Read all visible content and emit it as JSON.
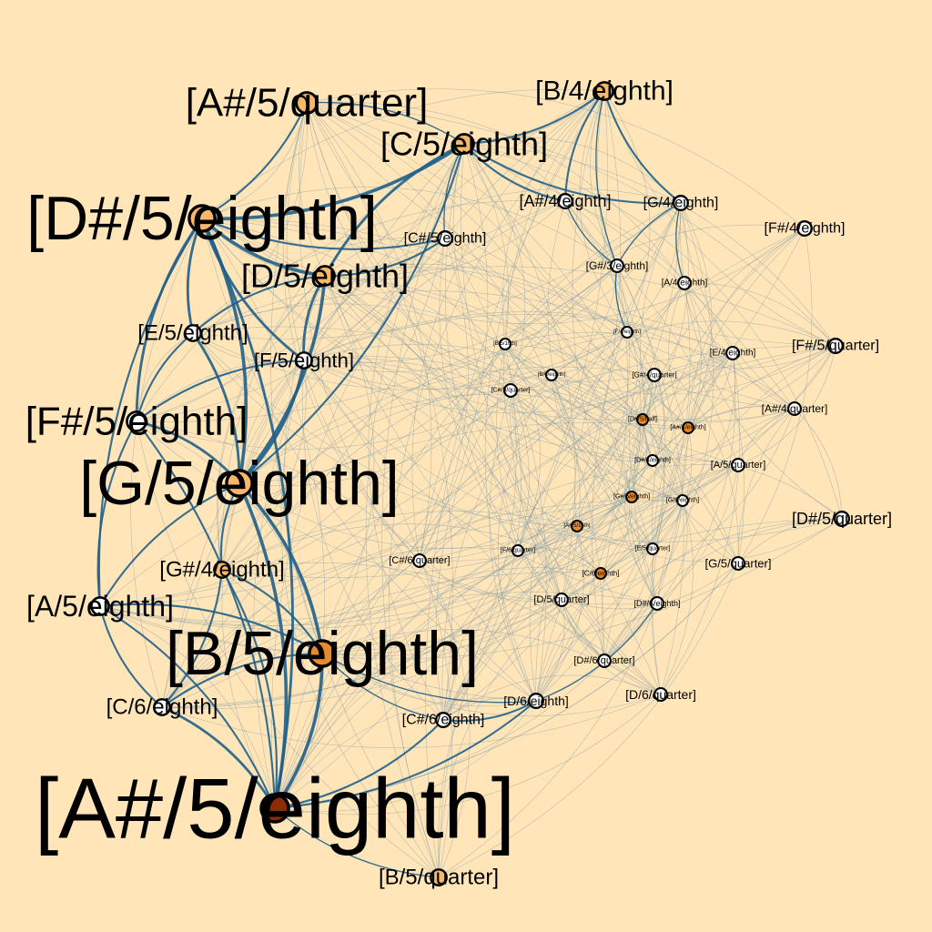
{
  "colors": {
    "background": "#FFE5B8",
    "edge_light": "#7F9BA8",
    "edge_heavy": "#1F5F8B",
    "node_stroke": "#000000",
    "node_fill_white": "#FFFFFF",
    "node_fill_light": "#F7B668",
    "node_fill_orange": "#E58A2E",
    "node_fill_dark": "#8B2C04"
  },
  "nodes": [
    {
      "id": "Ash5e",
      "label": "[A#/5/eighth]",
      "fill": "dark",
      "weight": 10
    },
    {
      "id": "B5e",
      "label": "[B/5/eighth]",
      "fill": "orange",
      "weight": 9
    },
    {
      "id": "G5e",
      "label": "[G/5/eighth]",
      "fill": "light",
      "weight": 9
    },
    {
      "id": "Dsh5e",
      "label": "[D#/5/eighth]",
      "fill": "light",
      "weight": 9
    },
    {
      "id": "Ash5q",
      "label": "[A#/5/quarter]",
      "fill": "light",
      "weight": 6
    },
    {
      "id": "C5e",
      "label": "[C/5/eighth]",
      "fill": "light",
      "weight": 5
    },
    {
      "id": "D5e",
      "label": "[D/5/eighth]",
      "fill": "light",
      "weight": 5
    },
    {
      "id": "Fsh5e",
      "label": "[F#/5/eighth]",
      "fill": "white",
      "weight": 5
    },
    {
      "id": "B4e",
      "label": "[B/4/eighth]",
      "fill": "light",
      "weight": 4
    },
    {
      "id": "A5e",
      "label": "[A/5/eighth]",
      "fill": "white",
      "weight": 4
    },
    {
      "id": "E5e",
      "label": "[E/5/eighth]",
      "fill": "white",
      "weight": 3
    },
    {
      "id": "F5e",
      "label": "[F/5/eighth]",
      "fill": "white",
      "weight": 3
    },
    {
      "id": "Gsh4e",
      "label": "[G#/4/eighth]",
      "fill": "light",
      "weight": 3
    },
    {
      "id": "C6e",
      "label": "[C/6/eighth]",
      "fill": "white",
      "weight": 3
    },
    {
      "id": "B5q",
      "label": "[B/5/quarter]",
      "fill": "light",
      "weight": 3
    },
    {
      "id": "Ash4e",
      "label": "[A#/4/eighth]",
      "fill": "white",
      "weight": 2
    },
    {
      "id": "G4e",
      "label": "[G/4/eighth]",
      "fill": "white",
      "weight": 2
    },
    {
      "id": "Csh5e",
      "label": "[C#/5/eighth]",
      "fill": "white",
      "weight": 2
    },
    {
      "id": "Fsh4e",
      "label": "[F#/4/eighth]",
      "fill": "white",
      "weight": 2
    },
    {
      "id": "Fsh5q",
      "label": "[F#/5/quarter]",
      "fill": "white",
      "weight": 2
    },
    {
      "id": "Dsh5q",
      "label": "[D#/5/quarter]",
      "fill": "white",
      "weight": 2
    },
    {
      "id": "Csh6e",
      "label": "[C#/6/eighth]",
      "fill": "white",
      "weight": 2
    },
    {
      "id": "D6e",
      "label": "[D/6/eighth]",
      "fill": "white",
      "weight": 2
    },
    {
      "id": "D6q",
      "label": "[D/6/quarter]",
      "fill": "white",
      "weight": 1
    },
    {
      "id": "Gsh3e",
      "label": "[G#/3/eighth]",
      "fill": "white",
      "weight": 1
    },
    {
      "id": "A4e",
      "label": "[A/4/eighth]",
      "fill": "white",
      "weight": 1
    },
    {
      "id": "E4e",
      "label": "[E/4/eighth]",
      "fill": "white",
      "weight": 1
    },
    {
      "id": "Ash4q",
      "label": "[A#/4/quarter]",
      "fill": "white",
      "weight": 1
    },
    {
      "id": "A5q",
      "label": "[A/5/quarter]",
      "fill": "white",
      "weight": 1
    },
    {
      "id": "G5q",
      "label": "[G/5/quarter]",
      "fill": "white",
      "weight": 1
    },
    {
      "id": "Csh6q",
      "label": "[C#/6/quarter]",
      "fill": "white",
      "weight": 1
    },
    {
      "id": "D5q",
      "label": "[D/5/quarter]",
      "fill": "white",
      "weight": 1
    },
    {
      "id": "Dsh6e",
      "label": "[D#/6/eighth]",
      "fill": "white",
      "weight": 1
    },
    {
      "id": "Dsh6q",
      "label": "[D#/6/quarter]",
      "fill": "white",
      "weight": 1
    },
    {
      "id": "Gsh4q",
      "label": "[G#/4/quarter]",
      "fill": "white",
      "weight": 1
    },
    {
      "id": "Csh5q",
      "label": "[C#/5/quarter]",
      "fill": "white",
      "weight": 1
    },
    {
      "id": "B5s",
      "label": "[B/5/16th]",
      "fill": "white",
      "weight": 0
    },
    {
      "id": "F4e",
      "label": "[F/4/eighth]",
      "fill": "white",
      "weight": 0
    },
    {
      "id": "F6q",
      "label": "[F/6/quarter]",
      "fill": "white",
      "weight": 0
    },
    {
      "id": "E5q",
      "label": "[E/5/quarter]",
      "fill": "white",
      "weight": 0
    },
    {
      "id": "Cn6e",
      "label": "[C/6/eighth]",
      "fill": "orange",
      "weight": 0
    },
    {
      "id": "Bn6e",
      "label": "[B/6/eighth]",
      "fill": "white",
      "weight": 0
    },
    {
      "id": "Dsh5h",
      "label": "[D#/5/half]",
      "fill": "orange",
      "weight": 0
    },
    {
      "id": "Ash4e2",
      "label": "[A#/4/eighth]",
      "fill": "orange",
      "weight": 0
    },
    {
      "id": "Dsh4e",
      "label": "[D#/4/eighth]",
      "fill": "white",
      "weight": 0
    },
    {
      "id": "Gsh5e",
      "label": "[G#/5/eighth]",
      "fill": "orange",
      "weight": 0
    },
    {
      "id": "G6e",
      "label": "[G/6/eighth]",
      "fill": "white",
      "weight": 0
    },
    {
      "id": "Ash5s",
      "label": "[A#/5/16th]",
      "fill": "orange",
      "weight": 0
    }
  ],
  "edges": [
    {
      "from": "Ash5e",
      "to": "B5e",
      "w": 4
    },
    {
      "from": "Ash5e",
      "to": "G5e",
      "w": 4
    },
    {
      "from": "Ash5e",
      "to": "Dsh5e",
      "w": 3
    },
    {
      "from": "Ash5e",
      "to": "A5e",
      "w": 2
    },
    {
      "from": "Ash5e",
      "to": "C6e",
      "w": 3
    },
    {
      "from": "Ash5e",
      "to": "Gsh4e",
      "w": 2
    },
    {
      "from": "Ash5e",
      "to": "Csh6e",
      "w": 2
    },
    {
      "from": "Ash5e",
      "to": "D6e",
      "w": 2
    },
    {
      "from": "Ash5e",
      "to": "B5q",
      "w": 1
    },
    {
      "from": "Ash5e",
      "to": "Fsh5e",
      "w": 2
    },
    {
      "from": "B5e",
      "to": "G5e",
      "w": 4
    },
    {
      "from": "B5e",
      "to": "C6e",
      "w": 2
    },
    {
      "from": "B5e",
      "to": "Gsh4e",
      "w": 2
    },
    {
      "from": "B5e",
      "to": "A5e",
      "w": 2
    },
    {
      "from": "B5e",
      "to": "Csh6e",
      "w": 1
    },
    {
      "from": "B5e",
      "to": "D6e",
      "w": 1
    },
    {
      "from": "G5e",
      "to": "Dsh5e",
      "w": 4
    },
    {
      "from": "G5e",
      "to": "F5e",
      "w": 3
    },
    {
      "from": "G5e",
      "to": "Fsh5e",
      "w": 3
    },
    {
      "from": "G5e",
      "to": "D5e",
      "w": 4
    },
    {
      "from": "G5e",
      "to": "E5e",
      "w": 3
    },
    {
      "from": "G5e",
      "to": "Gsh4e",
      "w": 2
    },
    {
      "from": "G5e",
      "to": "A5e",
      "w": 2
    },
    {
      "from": "G5e",
      "to": "C5e",
      "w": 2
    },
    {
      "from": "Dsh5e",
      "to": "D5e",
      "w": 4
    },
    {
      "from": "Dsh5e",
      "to": "C5e",
      "w": 4
    },
    {
      "from": "Dsh5e",
      "to": "Ash5q",
      "w": 2
    },
    {
      "from": "Dsh5e",
      "to": "E5e",
      "w": 3
    },
    {
      "from": "Dsh5e",
      "to": "F5e",
      "w": 3
    },
    {
      "from": "Dsh5e",
      "to": "Fsh5e",
      "w": 3
    },
    {
      "from": "Dsh5e",
      "to": "Csh5e",
      "w": 2
    },
    {
      "from": "Dsh5e",
      "to": "A5e",
      "w": 2
    },
    {
      "from": "C5e",
      "to": "B4e",
      "w": 2
    },
    {
      "from": "C5e",
      "to": "D5e",
      "w": 3
    },
    {
      "from": "C5e",
      "to": "Ash4e",
      "w": 2
    },
    {
      "from": "C5e",
      "to": "G4e",
      "w": 2
    },
    {
      "from": "C5e",
      "to": "Csh5e",
      "w": 1
    },
    {
      "from": "C5e",
      "to": "Ash5q",
      "w": 1
    },
    {
      "from": "B4e",
      "to": "Ash4e",
      "w": 2
    },
    {
      "from": "B4e",
      "to": "G4e",
      "w": 2
    },
    {
      "from": "B4e",
      "to": "Gsh3e",
      "w": 1
    },
    {
      "from": "D5e",
      "to": "F5e",
      "w": 3
    },
    {
      "from": "D5e",
      "to": "Csh5e",
      "w": 2
    },
    {
      "from": "D5e",
      "to": "E5e",
      "w": 2
    },
    {
      "from": "E5e",
      "to": "Fsh5e",
      "w": 2
    },
    {
      "from": "F5e",
      "to": "Fsh5e",
      "w": 2
    },
    {
      "from": "Fsh5e",
      "to": "A5e",
      "w": 2
    },
    {
      "from": "A5e",
      "to": "C6e",
      "w": 2
    },
    {
      "from": "C6e",
      "to": "Gsh4e",
      "w": 2
    },
    {
      "from": "Csh6e",
      "to": "D6e",
      "w": 2
    },
    {
      "from": "D6e",
      "to": "Dsh6e",
      "w": 1
    },
    {
      "from": "G4e",
      "to": "Gsh3e",
      "w": 1
    },
    {
      "from": "G4e",
      "to": "A4e",
      "w": 1
    },
    {
      "from": "Gsh3e",
      "to": "F4e",
      "w": 1
    },
    {
      "from": "Ash4e",
      "to": "Gsh3e",
      "w": 1
    }
  ]
}
